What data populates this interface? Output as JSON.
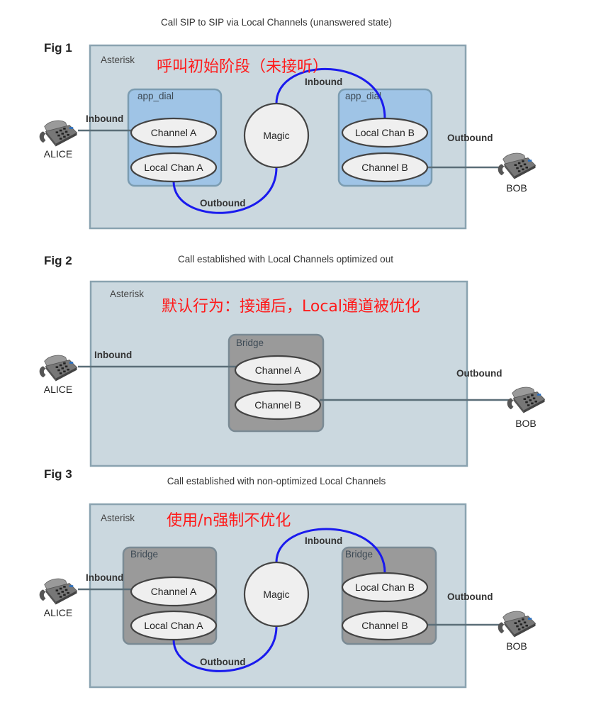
{
  "fig1": {
    "title": "Call SIP to SIP via Local Channels (unanswered state)",
    "label": "Fig 1",
    "asterisk": "Asterisk",
    "annotation": "呼叫初始阶段（未接听）",
    "left_group": "app_dial",
    "right_group": "app_dial",
    "channel_a": "Channel A",
    "local_chan_a": "Local Chan A",
    "magic": "Magic",
    "local_chan_b": "Local Chan B",
    "channel_b": "Channel B",
    "inbound_left": "Inbound",
    "outbound_mid": "Outbound",
    "inbound_top": "Inbound",
    "outbound_right": "Outbound",
    "alice": "ALICE",
    "bob": "BOB"
  },
  "fig2": {
    "title": "Call established with Local Channels optimized out",
    "label": "Fig 2",
    "asterisk": "Asterisk",
    "annotation": "默认行为：接通后，Local通道被优化",
    "group": "Bridge",
    "channel_a": "Channel A",
    "channel_b": "Channel B",
    "inbound": "Inbound",
    "outbound": "Outbound",
    "alice": "ALICE",
    "bob": "BOB"
  },
  "fig3": {
    "title": "Call established with non-optimized Local Channels",
    "label": "Fig 3",
    "asterisk": "Asterisk",
    "annotation": "使用/n强制不优化",
    "left_group": "Bridge",
    "right_group": "Bridge",
    "channel_a": "Channel A",
    "local_chan_a": "Local Chan A",
    "magic": "Magic",
    "local_chan_b": "Local Chan B",
    "channel_b": "Channel B",
    "inbound_left": "Inbound",
    "outbound_mid": "Outbound",
    "inbound_top": "Inbound",
    "outbound_right": "Outbound",
    "alice": "ALICE",
    "bob": "BOB"
  },
  "colors": {
    "asterisk_box": "#cbd8df",
    "app_dial_box": "#9fc4e6",
    "bridge_box": "#9a9a9a",
    "local_channel_link": "#1a1aee",
    "annotation": "#ff1a1a"
  },
  "icons": {
    "phone": "desk-phone-icon"
  }
}
